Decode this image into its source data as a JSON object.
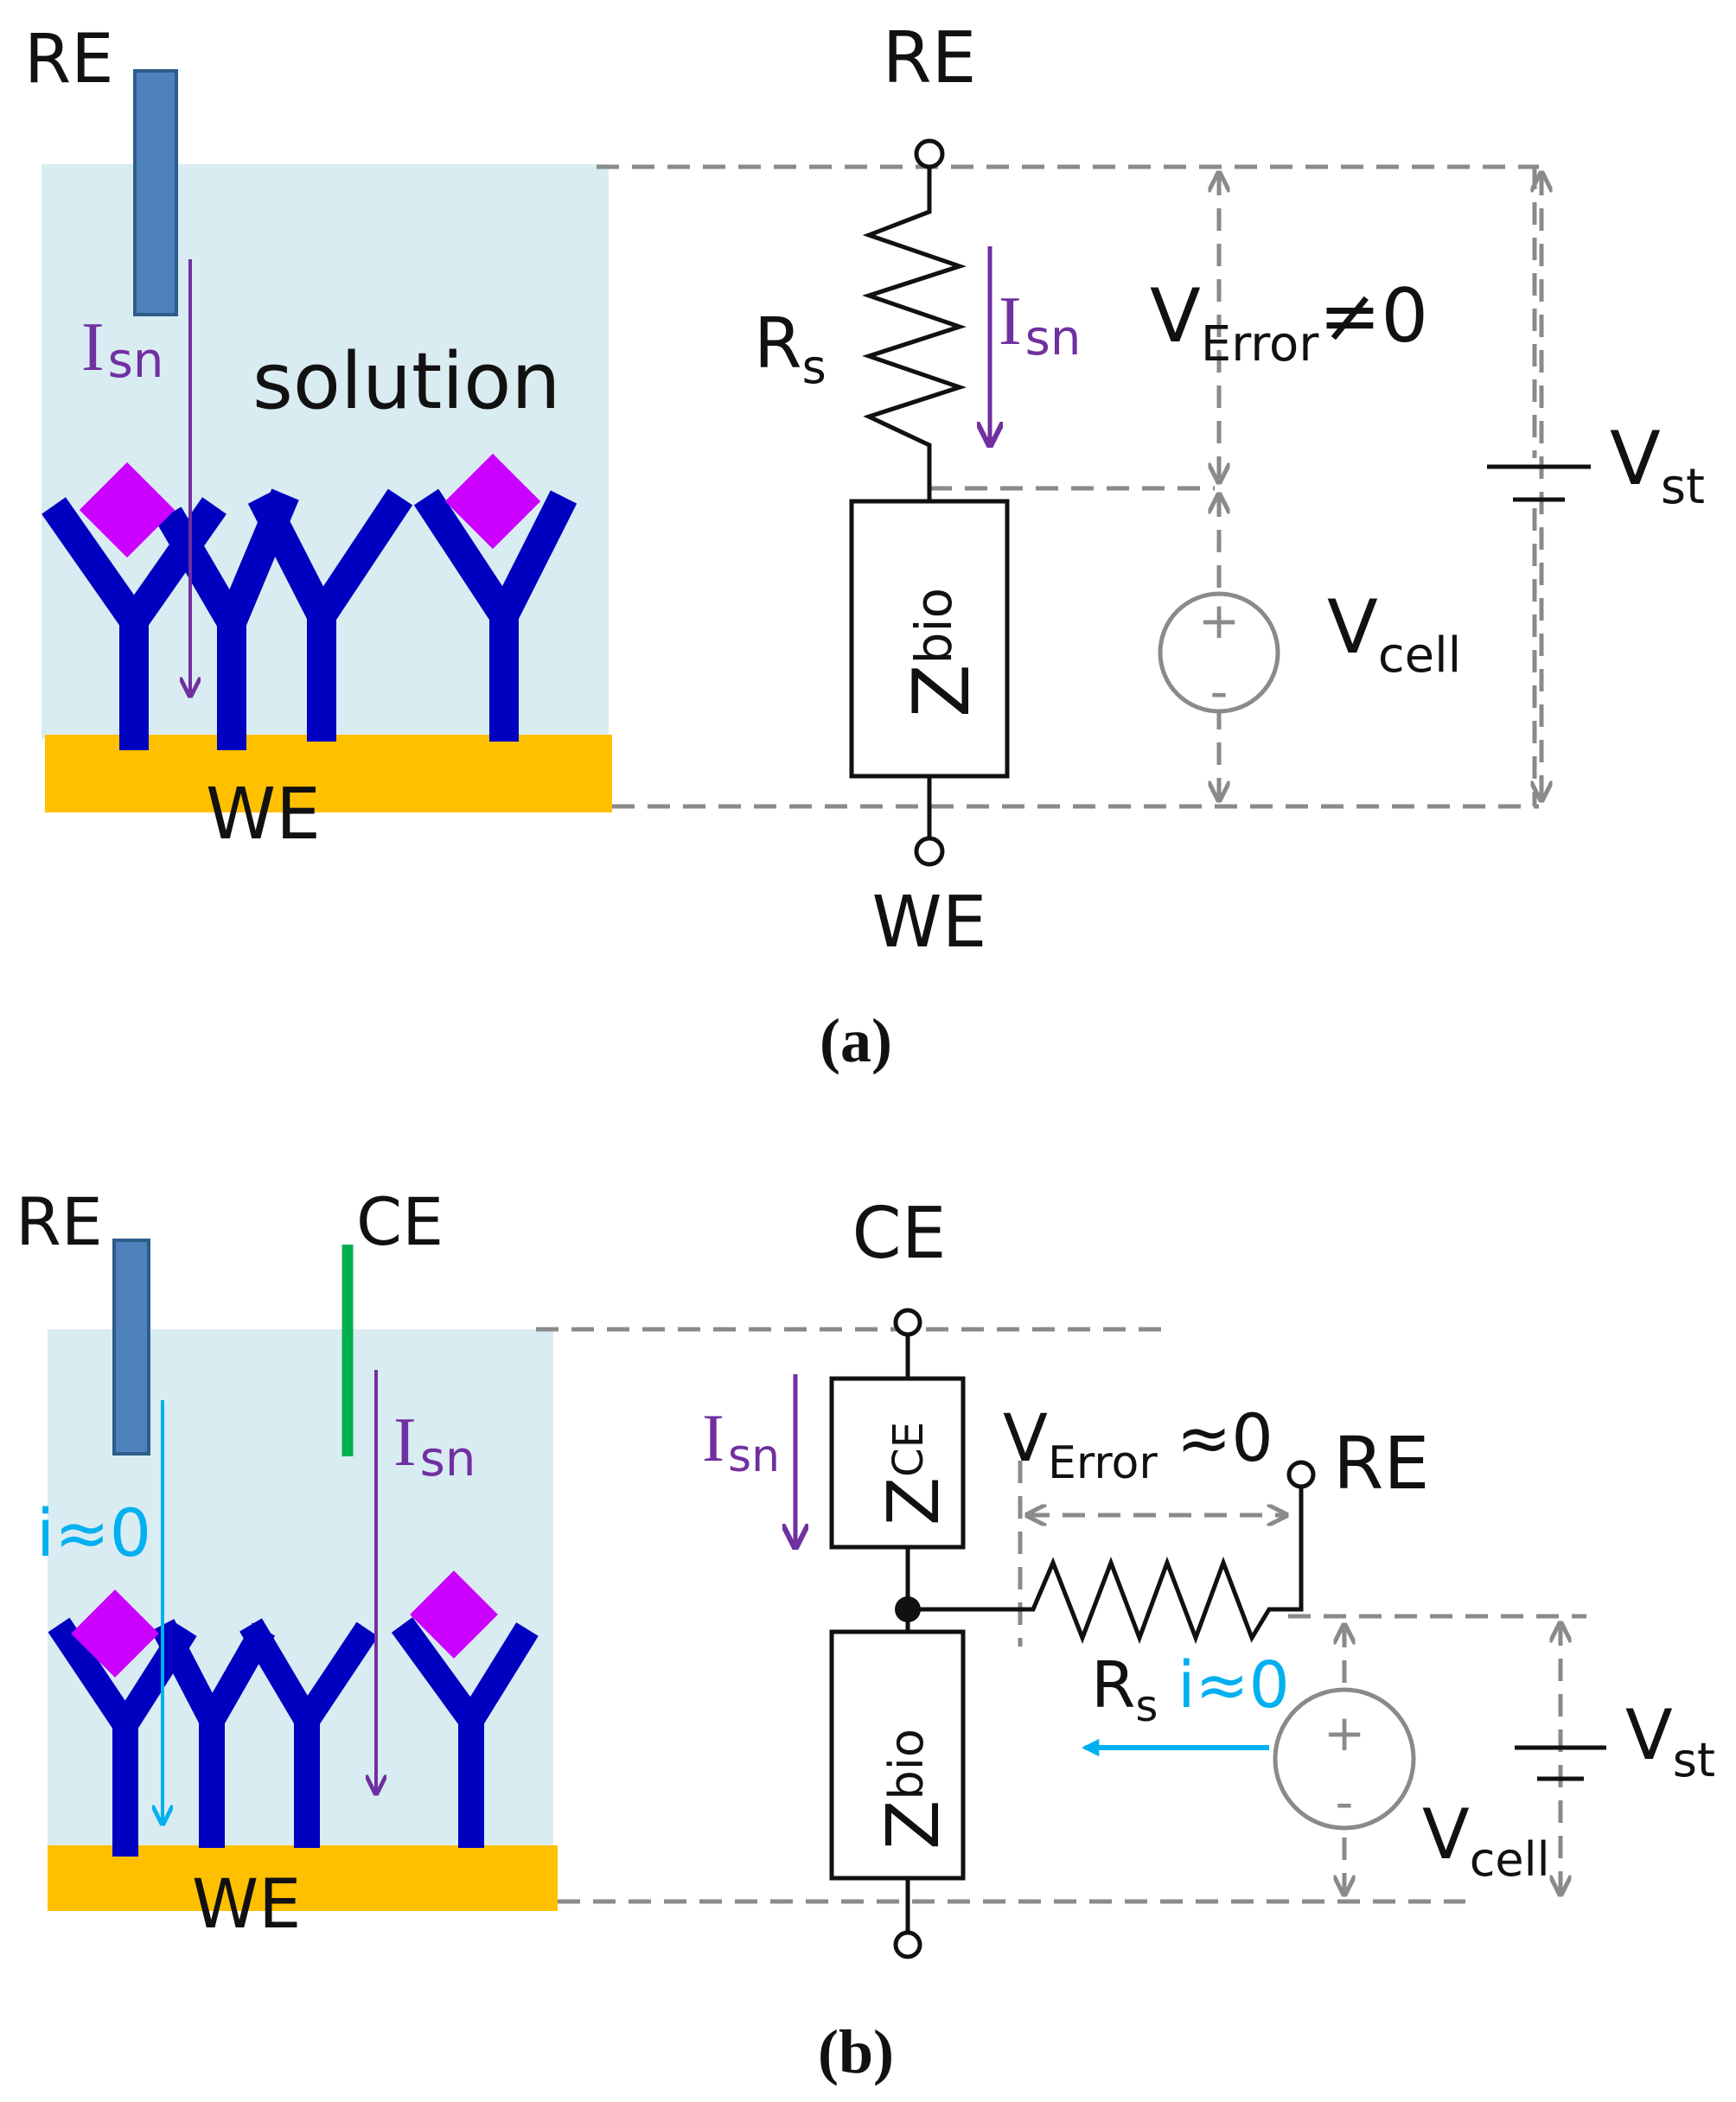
{
  "colors": {
    "solution": "#d9ecf2",
    "gold": "#ffc000",
    "antibody": "#0000c0",
    "antigen": "#cc00ff",
    "electrode_re": "#4f81bd",
    "electrode_ce": "#00b050",
    "current": "#7030a0",
    "leakage": "#00b0f0",
    "guide": "#8a8a8a",
    "wire": "#111111"
  },
  "panel_a": {
    "cell": {
      "re_label": "RE",
      "current_main": "I",
      "current_sub": "sn",
      "solution_label": "solution",
      "we_label": "WE"
    },
    "circuit": {
      "re_label": "RE",
      "we_label": "WE",
      "rs_main": "R",
      "rs_sub": "s",
      "current_main": "I",
      "current_sub": "sn",
      "zbio_main": "Z",
      "zbio_sub": "bio",
      "verror_main": "V",
      "verror_sub": "Error",
      "verror_value": "≠0",
      "vcell_main": "V",
      "vcell_sub": "cell",
      "vst_main": "V",
      "vst_sub": "st",
      "plus": "+",
      "minus": "-"
    },
    "caption": "(a)"
  },
  "panel_b": {
    "cell": {
      "re_label": "RE",
      "ce_label": "CE",
      "current_main": "I",
      "current_sub": "sn",
      "leak_label": "i≈0",
      "we_label": "WE"
    },
    "circuit": {
      "ce_label": "CE",
      "re_label": "RE",
      "current_main": "I",
      "current_sub": "sn",
      "zce_main": "Z",
      "zce_sub": "CE",
      "zbio_main": "Z",
      "zbio_sub": "bio",
      "verror_main": "V",
      "verror_sub": "Error",
      "verror_value": "≈0",
      "rs_main": "R",
      "rs_sub": "s",
      "leak_label": "i≈0",
      "vcell_main": "V",
      "vcell_sub": "cell",
      "vst_main": "V",
      "vst_sub": "st",
      "plus": "+",
      "minus": "-"
    },
    "caption": "(b)"
  }
}
